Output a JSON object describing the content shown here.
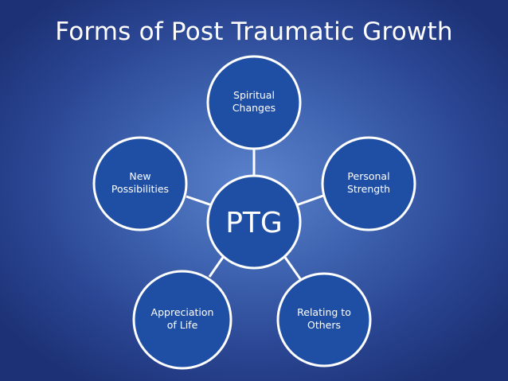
{
  "slide": {
    "title": "Forms of Post Traumatic Growth"
  },
  "center": {
    "label": "PTG"
  },
  "nodes": [
    {
      "lines": [
        "Spiritual",
        "Changes"
      ]
    },
    {
      "lines": [
        "Personal",
        "Strength"
      ]
    },
    {
      "lines": [
        "Relating to",
        "Others"
      ]
    },
    {
      "lines": [
        "Appreciation",
        "of Life"
      ]
    },
    {
      "lines": [
        "New",
        "Possibilities"
      ]
    }
  ],
  "colors": {
    "node_fill": "#1f4fa5",
    "outline": "#ffffff",
    "background_center": "#5b82cc",
    "background_edge": "#1d3276"
  }
}
